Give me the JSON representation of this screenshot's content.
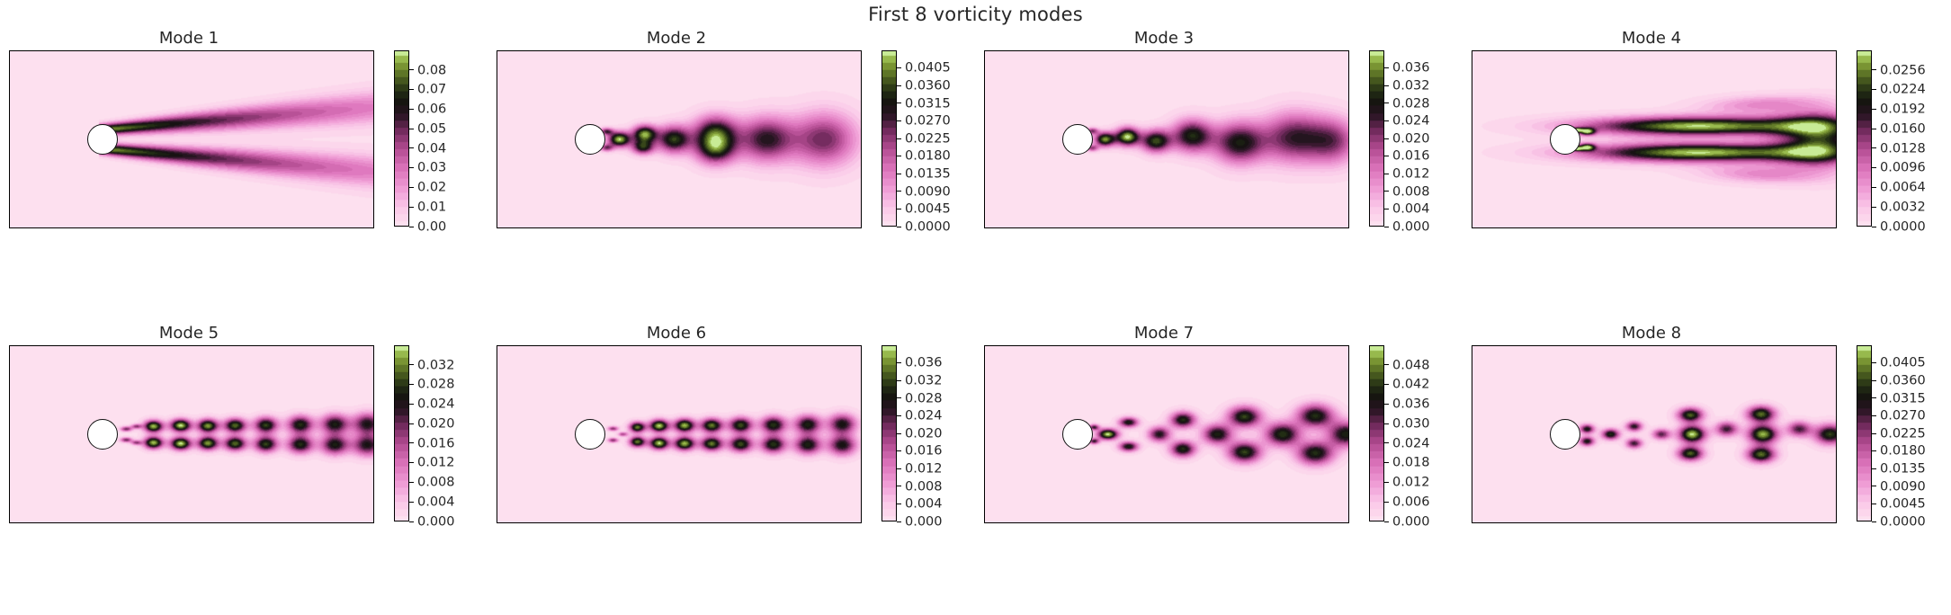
{
  "figure": {
    "title": "First 8 vorticity modes",
    "background": "#ffffff",
    "rows": 2,
    "cols": 4,
    "field_background": "#f9c6ef",
    "cylinder_color": "#ffffff"
  },
  "chart_data": {
    "type": "heatmap",
    "title": "First 8 vorticity modes",
    "colormap": "PiYG-like (pink low → black mid → green high)",
    "grid": false,
    "legend": "colorbar-right-of-each-panel",
    "xlabel": "",
    "ylabel": "",
    "panels": [
      {
        "title": "Mode 1",
        "row": 0,
        "col": 0,
        "clim": [
          0.0,
          0.09
        ],
        "ticks": [
          "0.00",
          "0.01",
          "0.02",
          "0.03",
          "0.04",
          "0.05",
          "0.06",
          "0.07",
          "0.08"
        ],
        "tick_values": [
          0.0,
          0.01,
          0.02,
          0.03,
          0.04,
          0.05,
          0.06,
          0.07,
          0.08
        ],
        "tick_step": 0.01,
        "vmax": 0.09,
        "structure": "two thin shear-layer tails shed from cylinder, slowly decaying downstream",
        "cylinder_xy": [
          0.26,
          0.5
        ]
      },
      {
        "title": "Mode 2",
        "row": 0,
        "col": 1,
        "clim": [
          0.0,
          0.045
        ],
        "ticks": [
          "0.0000",
          "0.0045",
          "0.0090",
          "0.0135",
          "0.0180",
          "0.0225",
          "0.0270",
          "0.0315",
          "0.0360",
          "0.0405"
        ],
        "tick_values": [
          0.0,
          0.0045,
          0.009,
          0.0135,
          0.018,
          0.0225,
          0.027,
          0.0315,
          0.036,
          0.0405
        ],
        "tick_step": 0.0045,
        "vmax": 0.045,
        "structure": "near-wake bright green cores followed by dark merged lobes",
        "cylinder_xy": [
          0.26,
          0.5
        ]
      },
      {
        "title": "Mode 3",
        "row": 0,
        "col": 2,
        "clim": [
          0.0,
          0.04
        ],
        "ticks": [
          "0.000",
          "0.004",
          "0.008",
          "0.012",
          "0.016",
          "0.020",
          "0.024",
          "0.028",
          "0.032",
          "0.036"
        ],
        "tick_values": [
          0.0,
          0.004,
          0.008,
          0.012,
          0.016,
          0.02,
          0.024,
          0.028,
          0.032,
          0.036
        ],
        "tick_step": 0.004,
        "vmax": 0.04,
        "structure": "two green cores close behind cylinder then broad dark wake region",
        "cylinder_xy": [
          0.26,
          0.5
        ]
      },
      {
        "title": "Mode 4",
        "row": 0,
        "col": 3,
        "clim": [
          0.0,
          0.0288
        ],
        "ticks": [
          "0.0000",
          "0.0032",
          "0.0064",
          "0.0096",
          "0.0128",
          "0.0160",
          "0.0192",
          "0.0224",
          "0.0256"
        ],
        "tick_values": [
          0.0,
          0.0032,
          0.0064,
          0.0096,
          0.0128,
          0.016,
          0.0192,
          0.0224,
          0.0256
        ],
        "tick_step": 0.0032,
        "vmax": 0.0288,
        "structure": "two long parallel green lobes extending far downstream from cylinder",
        "cylinder_xy": [
          0.26,
          0.5
        ]
      },
      {
        "title": "Mode 5",
        "row": 1,
        "col": 0,
        "clim": [
          0.0,
          0.036
        ],
        "ticks": [
          "0.000",
          "0.004",
          "0.008",
          "0.012",
          "0.016",
          "0.020",
          "0.024",
          "0.028",
          "0.032"
        ],
        "tick_values": [
          0.0,
          0.004,
          0.008,
          0.012,
          0.016,
          0.02,
          0.024,
          0.028,
          0.032
        ],
        "tick_step": 0.004,
        "vmax": 0.036,
        "structure": "vortex street, paired bright green cores in two rows fading downstream",
        "cylinder_xy": [
          0.26,
          0.5
        ]
      },
      {
        "title": "Mode 6",
        "row": 1,
        "col": 1,
        "clim": [
          0.0,
          0.04
        ],
        "ticks": [
          "0.000",
          "0.004",
          "0.008",
          "0.012",
          "0.016",
          "0.020",
          "0.024",
          "0.028",
          "0.032",
          "0.036"
        ],
        "tick_values": [
          0.0,
          0.004,
          0.008,
          0.012,
          0.016,
          0.02,
          0.024,
          0.028,
          0.032,
          0.036
        ],
        "tick_step": 0.004,
        "vmax": 0.04,
        "structure": "vortex street similar to mode 5 with finer near-wake cells",
        "cylinder_xy": [
          0.26,
          0.5
        ]
      },
      {
        "title": "Mode 7",
        "row": 1,
        "col": 2,
        "clim": [
          0.0,
          0.054
        ],
        "ticks": [
          "0.000",
          "0.006",
          "0.012",
          "0.018",
          "0.024",
          "0.030",
          "0.036",
          "0.042",
          "0.048"
        ],
        "tick_values": [
          0.0,
          0.006,
          0.012,
          0.018,
          0.024,
          0.03,
          0.036,
          0.042,
          0.048
        ],
        "tick_step": 0.006,
        "vmax": 0.054,
        "structure": "single bright green core just behind cylinder then large dark staggered cells",
        "cylinder_xy": [
          0.26,
          0.5
        ]
      },
      {
        "title": "Mode 8",
        "row": 1,
        "col": 3,
        "clim": [
          0.0,
          0.045
        ],
        "ticks": [
          "0.0000",
          "0.0045",
          "0.0090",
          "0.0135",
          "0.0180",
          "0.0225",
          "0.0270",
          "0.0315",
          "0.0360",
          "0.0405"
        ],
        "tick_values": [
          0.0,
          0.0045,
          0.009,
          0.0135,
          0.018,
          0.0225,
          0.027,
          0.0315,
          0.036,
          0.0405
        ],
        "tick_step": 0.0045,
        "vmax": 0.045,
        "structure": "alternating dark cells with two strong green cores mid and far wake",
        "cylinder_xy": [
          0.26,
          0.5
        ]
      }
    ]
  }
}
